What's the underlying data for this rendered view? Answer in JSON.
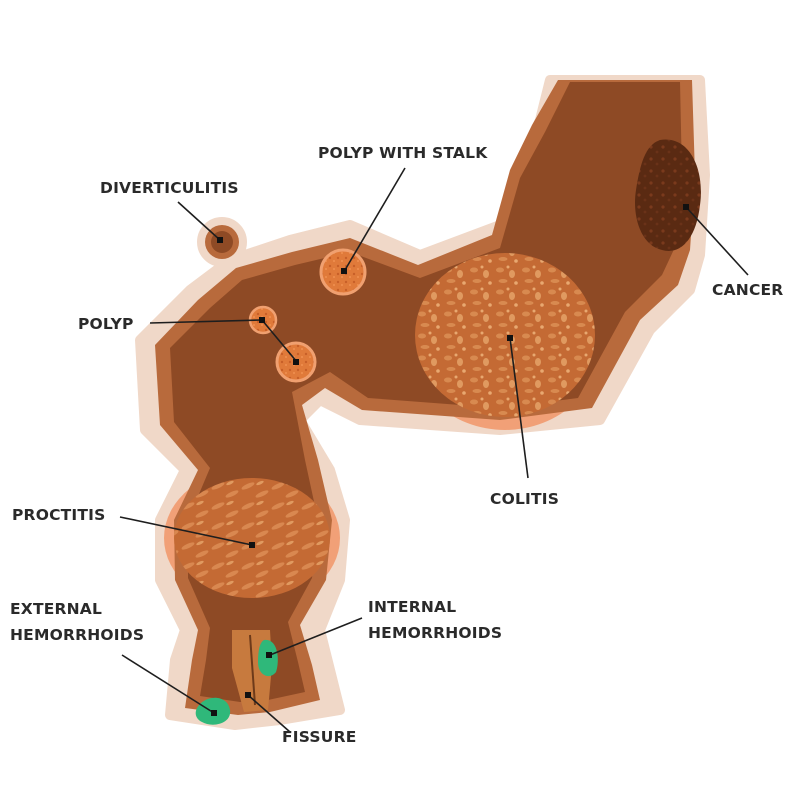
{
  "labels": {
    "diverticulitis": "DIVERTICULITIS",
    "polyp_with_stalk": "POLYP WITH STALK",
    "polyp": "POLYP",
    "cancer": "CANCER",
    "colitis": "COLITIS",
    "proctitis": "PROCTITIS",
    "external_hemorrhoids": [
      "EXTERNAL",
      "HEMORRHOIDS"
    ],
    "internal_hemorrhoids": [
      "INTERNAL",
      "HEMORRHOIDS"
    ],
    "fissure": "FISSURE"
  },
  "colors": {
    "halo": "#f0d8c8",
    "outer_wall": "#b86a3c",
    "lumen": "#8e4a25",
    "inflamed_halo": "#f19a6e",
    "inflamed": "#c46a34",
    "inflamed_spots": "#d88a50",
    "polyp": "#e07a3a",
    "polyp_ring": "#f0a070",
    "cancer": "#5a2a12",
    "hemorrhoid": "#2fb87a",
    "fissure": "#c77a3e"
  }
}
